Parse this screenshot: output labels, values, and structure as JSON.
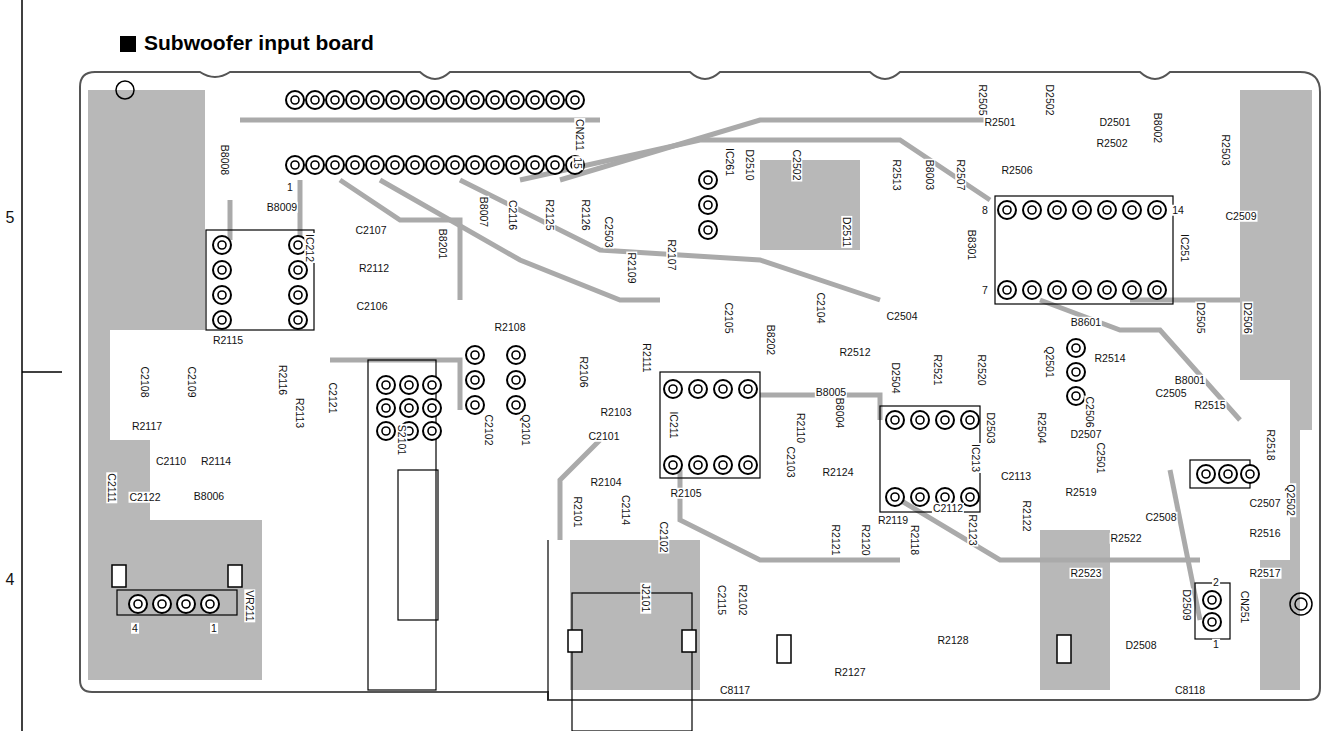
{
  "diagram": {
    "title": "Subwoofer input board",
    "labels": [
      "5",
      "4",
      "CN211",
      "1",
      "15",
      "B8008",
      "B8009",
      "IC212",
      "C2107",
      "R2112",
      "B8201",
      "C2106",
      "R2115",
      "C2108",
      "C2109",
      "R2116",
      "R2113",
      "C2121",
      "S2101",
      "R2117",
      "C2110",
      "R2114",
      "C2111",
      "C2122",
      "B8006",
      "4",
      "1",
      "VR211",
      "B8007",
      "C2116",
      "R2125",
      "R2126",
      "C2503",
      "R2109",
      "R2107",
      "IC261",
      "D2510",
      "C2502",
      "D2511",
      "R2108",
      "R2106",
      "R2111",
      "C2105",
      "B8202",
      "C2104",
      "C2102",
      "Q2101",
      "IC211",
      "R2103",
      "C2101",
      "B8005",
      "B8004",
      "R2110",
      "R2104",
      "R2101",
      "C2114",
      "C2102",
      "R2105",
      "C2103",
      "R2124",
      "J2101",
      "C2115",
      "R2102",
      "R2512",
      "C2504",
      "D2504",
      "R2521",
      "R2520",
      "D2503",
      "R2504",
      "Q2501",
      "C2506",
      "C2501",
      "IC213",
      "C2113",
      "R2119",
      "C2112",
      "R2121",
      "R2120",
      "R2118",
      "R2123",
      "R2122",
      "R2505",
      "D2502",
      "R2501",
      "D2501",
      "R2502",
      "B8002",
      "R2503",
      "R2513",
      "B8003",
      "R2507",
      "R2506",
      "8",
      "14",
      "IC251",
      "B8301",
      "7",
      "C2509",
      "D2505",
      "D2506",
      "B8601",
      "R2514",
      "B8001",
      "C2505",
      "R2515",
      "D2507",
      "R2518",
      "Q2502",
      "R2519",
      "C2507",
      "C2508",
      "R2516",
      "R2517",
      "R2522",
      "R2523",
      "D2509",
      "CN251",
      "2",
      "1",
      "D2508",
      "R2128",
      "R2127",
      "C8117",
      "C8118"
    ]
  }
}
